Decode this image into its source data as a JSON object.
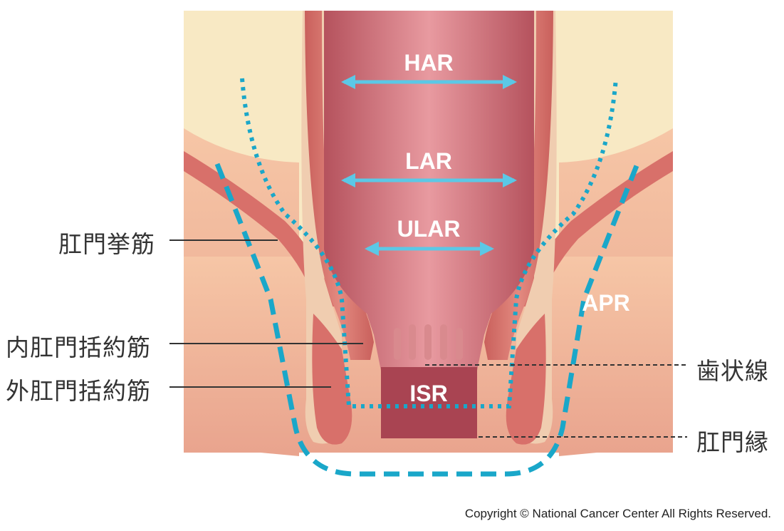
{
  "diagram": {
    "inner_labels": {
      "har": "HAR",
      "lar": "LAR",
      "ular": "ULAR",
      "apr": "APR",
      "isr": "ISR"
    },
    "left_labels": {
      "levator_ani": "肛門挙筋",
      "internal_sphincter": "内肛門括約筋",
      "external_sphincter": "外肛門括約筋"
    },
    "right_labels": {
      "dentate_line": "歯状線",
      "anal_verge": "肛門縁"
    },
    "colors": {
      "arrow": "#5bc8e6",
      "dotted_line": "#1aa7c9",
      "dashed_line": "#1aa7c9",
      "fat": "#f8e9c4",
      "tissue": "#f2b497",
      "muscle": "#d8706a",
      "lumen": "#c96a72"
    }
  },
  "copyright": "Copyright © National Cancer Center All Rights Reserved."
}
